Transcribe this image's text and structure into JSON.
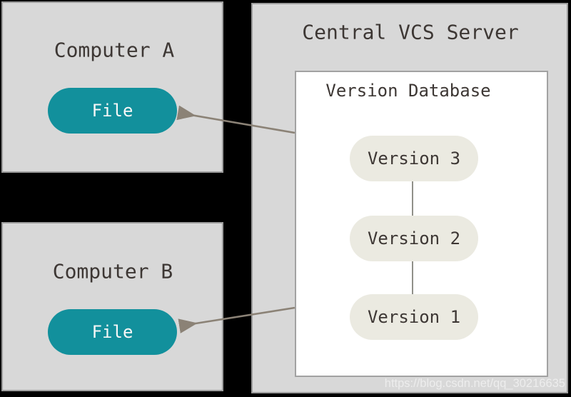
{
  "diagram": {
    "computer_a": {
      "title": "Computer A",
      "file_label": "File"
    },
    "computer_b": {
      "title": "Computer B",
      "file_label": "File"
    },
    "server": {
      "title": "Central VCS Server",
      "database": {
        "title": "Version Database",
        "versions": [
          {
            "label": "Version 3"
          },
          {
            "label": "Version 2"
          },
          {
            "label": "Version 1"
          }
        ]
      }
    },
    "watermark": "https://blog.csdn.net/qq_30216635",
    "colors": {
      "background": "#000000",
      "box_fill": "#d8d8d8",
      "box_border": "#9c9c9c",
      "database_fill": "#ffffff",
      "file_pill_fill": "#12909c",
      "file_pill_text": "#f7f7f7",
      "version_pill_fill": "#ebeae1",
      "label_text": "#3d3734",
      "arrow": "#8b8276"
    }
  }
}
